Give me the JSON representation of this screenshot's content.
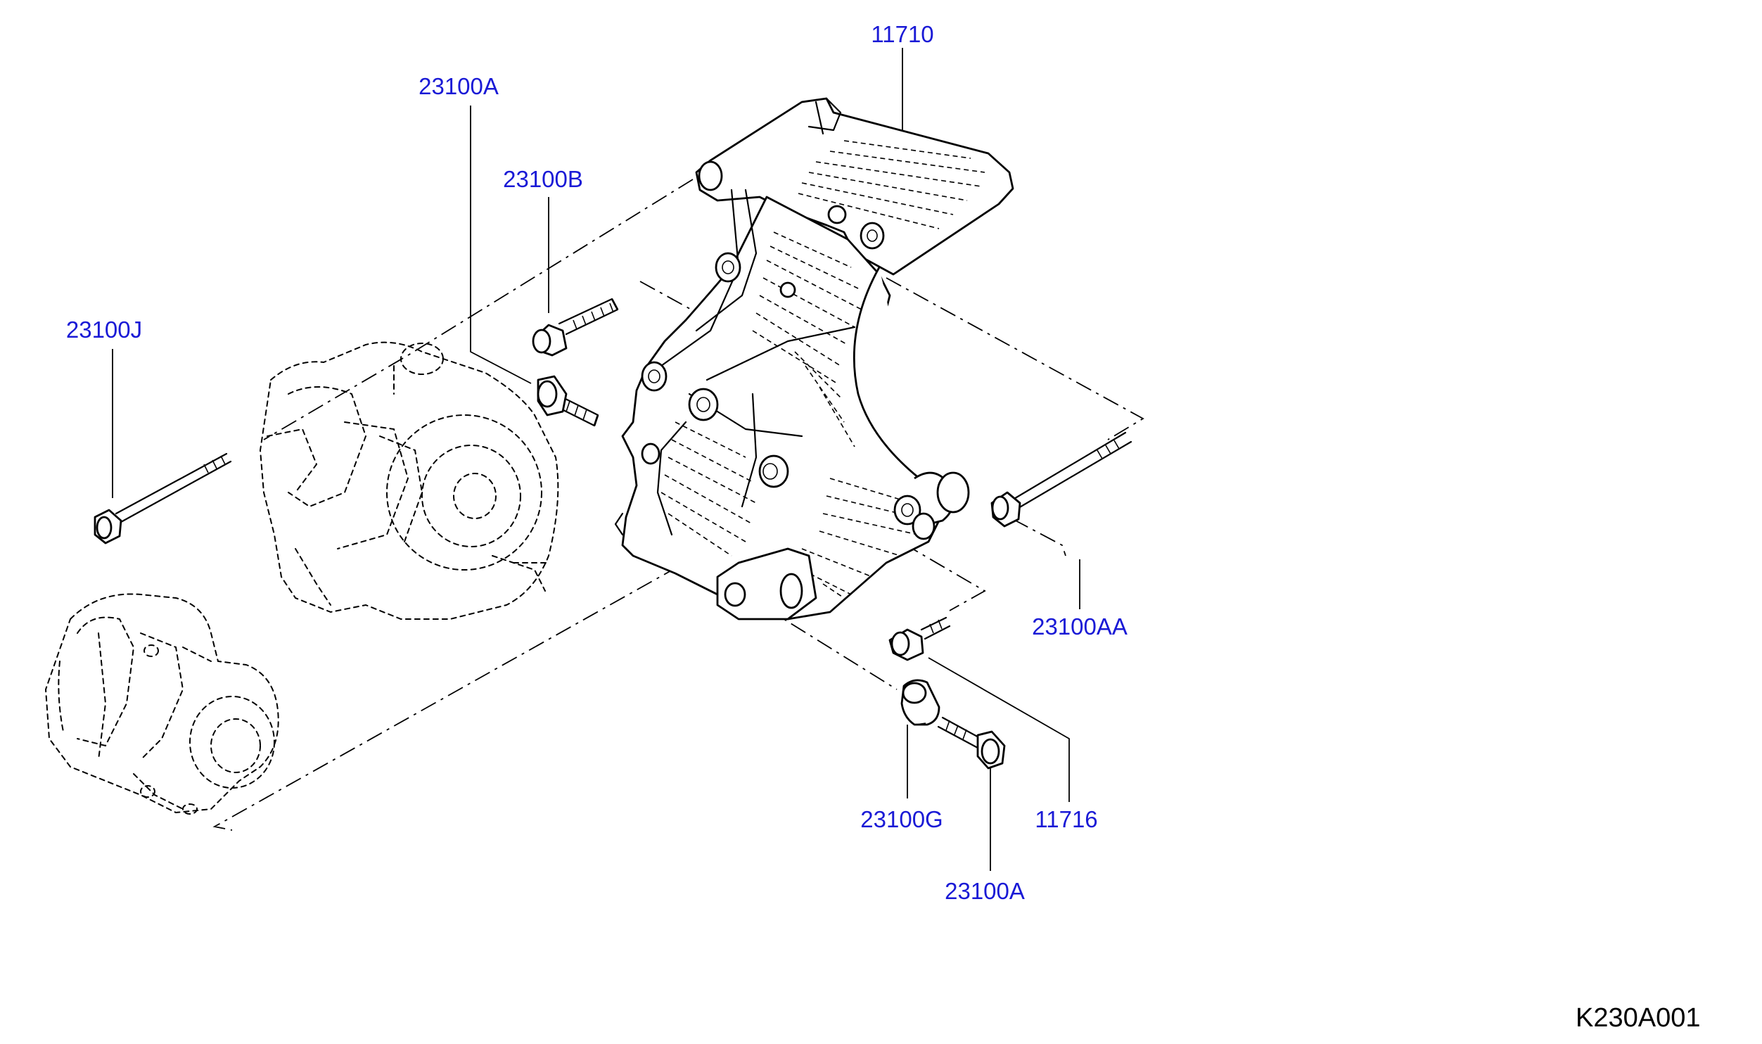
{
  "diagram": {
    "code": "K230A001",
    "callouts": [
      {
        "id": "c-11710",
        "part_no": "11710"
      },
      {
        "id": "c-23100a",
        "part_no": "23100A"
      },
      {
        "id": "c-23100b",
        "part_no": "23100B"
      },
      {
        "id": "c-23100j",
        "part_no": "23100J"
      },
      {
        "id": "c-23100aa",
        "part_no": "23100AA"
      },
      {
        "id": "c-23100g",
        "part_no": "23100G"
      },
      {
        "id": "c-11716",
        "part_no": "11716"
      },
      {
        "id": "c-23100a2",
        "part_no": "23100A"
      }
    ]
  },
  "colors": {
    "callout_text": "#1a1ad6",
    "line": "#000000",
    "background": "#ffffff"
  }
}
